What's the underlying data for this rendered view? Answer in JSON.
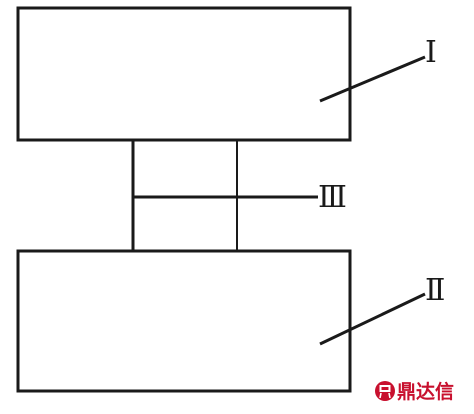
{
  "labels": {
    "upper_block": "Ⅰ",
    "lower_block": "Ⅱ",
    "connector": "Ⅲ"
  },
  "watermark": {
    "text": "鼎达信",
    "color": "#c8102e"
  },
  "colors": {
    "stroke": "#1a1a1a",
    "background": "#ffffff"
  }
}
